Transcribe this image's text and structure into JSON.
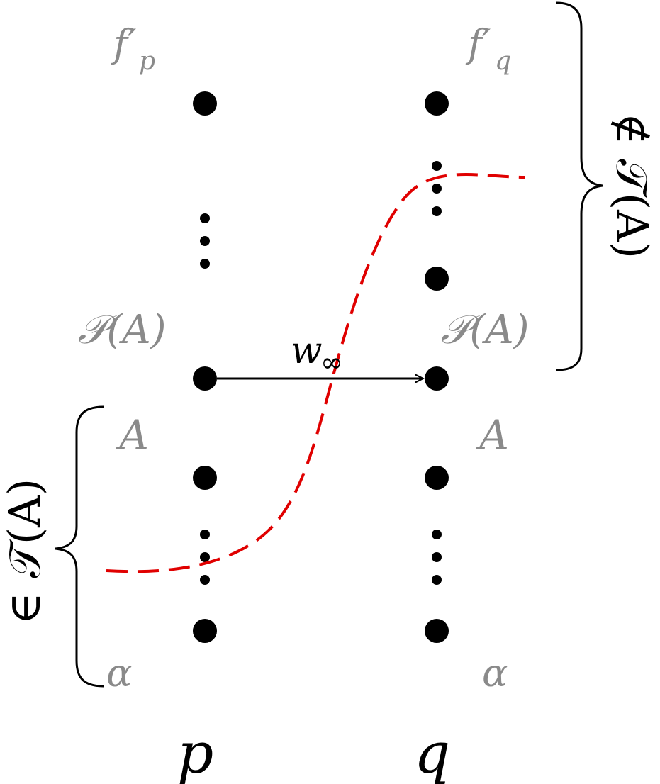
{
  "columns": {
    "left": {
      "label": "p",
      "top_label": "f′",
      "top_label_sub": "p",
      "middle_label": "𝒫(A)",
      "lower_label": "A",
      "bottom_label": "α"
    },
    "right": {
      "label": "q",
      "top_label": "f′",
      "top_label_sub": "q",
      "middle_label": "𝒫(A)",
      "lower_label": "A",
      "bottom_label": "α"
    }
  },
  "edge": {
    "label": "w",
    "label_sub": "∞",
    "from": "p",
    "to": "q"
  },
  "braces": {
    "right_label": "∉ 𝒯(A)",
    "left_label": "∈ 𝒯(A)"
  },
  "colors": {
    "cut_curve": "#e00000",
    "node": "#000000",
    "label_gray": "#8a8a8a"
  }
}
